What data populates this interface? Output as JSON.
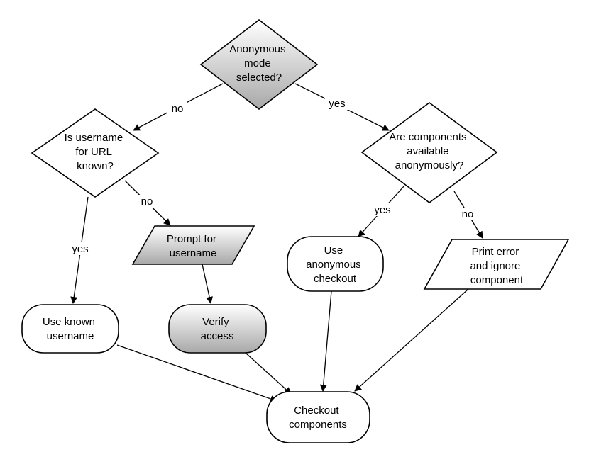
{
  "nodes": {
    "anonymous_mode": {
      "lines": [
        "Anonymous",
        "mode",
        "selected?"
      ],
      "fill": "gradient"
    },
    "username_known": {
      "lines": [
        "Is username",
        "for URL",
        "known?"
      ],
      "fill": "#ffffff"
    },
    "components_available": {
      "lines": [
        "Are components",
        "available",
        "anonymously?"
      ],
      "fill": "#ffffff"
    },
    "prompt_username": {
      "lines": [
        "Prompt for",
        "username"
      ],
      "fill": "gradient"
    },
    "use_anonymous": {
      "lines": [
        "Use",
        "anonymous",
        "checkout"
      ],
      "fill": "#ffffff"
    },
    "print_error": {
      "lines": [
        "Print error",
        "and ignore",
        "component"
      ],
      "fill": "#ffffff"
    },
    "use_known": {
      "lines": [
        "Use known",
        "username"
      ],
      "fill": "#ffffff"
    },
    "verify_access": {
      "lines": [
        "Verify",
        "access"
      ],
      "fill": "gradient"
    },
    "checkout": {
      "lines": [
        "Checkout",
        "components"
      ],
      "fill": "#ffffff"
    }
  },
  "edges": {
    "anon_no": "no",
    "anon_yes": "yes",
    "known_yes": "yes",
    "known_no": "no",
    "avail_yes": "yes",
    "avail_no": "no"
  }
}
